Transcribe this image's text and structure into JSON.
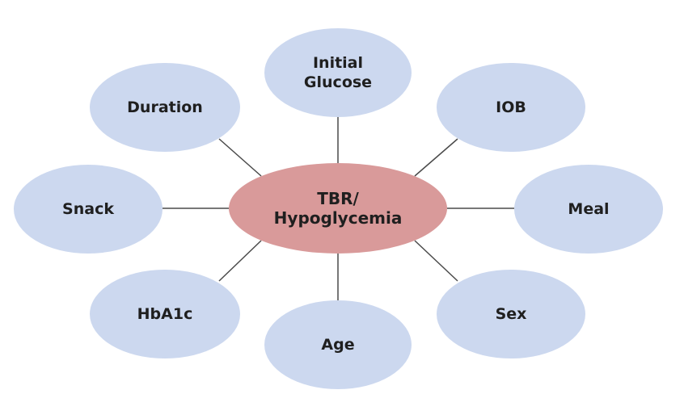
{
  "diagram": {
    "center": {
      "label": "TBR/\nHypoglycemia",
      "color": "#d99a9a"
    },
    "factors": [
      {
        "key": "initial_glucose",
        "label": "Initial\nGlucose"
      },
      {
        "key": "iob",
        "label": "IOB"
      },
      {
        "key": "meal",
        "label": "Meal"
      },
      {
        "key": "sex",
        "label": "Sex"
      },
      {
        "key": "age",
        "label": "Age"
      },
      {
        "key": "hba1c",
        "label": "HbA1c"
      },
      {
        "key": "snack",
        "label": "Snack"
      },
      {
        "key": "duration",
        "label": "Duration"
      }
    ],
    "factor_color": "#ccd8ef",
    "connector_color": "#4a4a4a"
  }
}
